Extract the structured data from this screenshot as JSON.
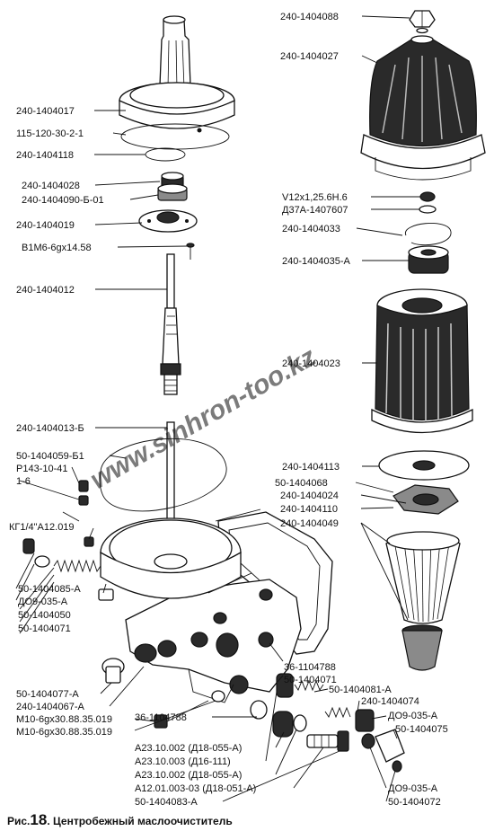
{
  "labels_left": [
    {
      "id": "l1",
      "text": "240-1404017"
    },
    {
      "id": "l2",
      "text": "115-120-30-2-1"
    },
    {
      "id": "l3",
      "text": "240-1404118"
    },
    {
      "id": "l4",
      "text": "240-1404028"
    },
    {
      "id": "l5",
      "text": "240-1404090-Б-01"
    },
    {
      "id": "l6",
      "text": "240-1404019"
    },
    {
      "id": "l7",
      "text": "В1М6-6gх14.58"
    },
    {
      "id": "l8",
      "text": "240-1404012"
    },
    {
      "id": "l9",
      "text": "240-1404013-Б"
    },
    {
      "id": "l10",
      "text": "50-1404059-Б1"
    },
    {
      "id": "l11",
      "text": "Р143-10-41"
    },
    {
      "id": "l12",
      "text": "1-6"
    },
    {
      "id": "l13",
      "text": "КГ1/4\"А12.019"
    },
    {
      "id": "l14",
      "text": "50-1404085-А"
    },
    {
      "id": "l15",
      "text": "ДО9-035-А"
    },
    {
      "id": "l16",
      "text": "50-1404050"
    },
    {
      "id": "l17",
      "text": "50-1404071"
    },
    {
      "id": "l18",
      "text": "50-1404077-А"
    },
    {
      "id": "l19",
      "text": "240-1404067-А"
    },
    {
      "id": "l20",
      "text": "М10-6gх30.88.35.019"
    },
    {
      "id": "l21",
      "text": "М10-6gх30.88.35.019"
    },
    {
      "id": "l22",
      "text": "36-1104788"
    },
    {
      "id": "l23",
      "text": "А23.10.002 (Д18-055-А)"
    },
    {
      "id": "l24",
      "text": "А23.10.003 (Д16-111)"
    },
    {
      "id": "l25",
      "text": "А23.10.002 (Д18-055-А)"
    },
    {
      "id": "l26",
      "text": "А12.01.003-03 (Д18-051-А)"
    },
    {
      "id": "l27",
      "text": "50-1404083-А"
    }
  ],
  "labels_right": [
    {
      "id": "r1",
      "text": "240-1404088"
    },
    {
      "id": "r2",
      "text": "240-1404027"
    },
    {
      "id": "r3",
      "text": "V12х1,25.6Н.6"
    },
    {
      "id": "r4",
      "text": "Д37А-1407607"
    },
    {
      "id": "r5",
      "text": "240-1404033"
    },
    {
      "id": "r6",
      "text": "240-1404035-А"
    },
    {
      "id": "r7",
      "text": "240-1404023"
    },
    {
      "id": "r8",
      "text": "240-1404113"
    },
    {
      "id": "r9",
      "text": "50-1404068"
    },
    {
      "id": "r10",
      "text": "240-1404024"
    },
    {
      "id": "r11",
      "text": "240-1404110"
    },
    {
      "id": "r12",
      "text": "240-1404049"
    },
    {
      "id": "r13",
      "text": "36-1104788"
    },
    {
      "id": "r14",
      "text": "50-1404071"
    },
    {
      "id": "r15",
      "text": "50-1404081-А"
    },
    {
      "id": "r16",
      "text": "240-1404074"
    },
    {
      "id": "r17",
      "text": "ДО9-035-А"
    },
    {
      "id": "r18",
      "text": "50-1404075"
    },
    {
      "id": "r19",
      "text": "ДО9-035-А"
    },
    {
      "id": "r20",
      "text": "50-1404072"
    }
  ],
  "caption": {
    "prefix": "Рис.",
    "number": "18",
    "text": ". Центробежный маслоочиститель"
  },
  "watermark": "www.sinhron-too.kz"
}
